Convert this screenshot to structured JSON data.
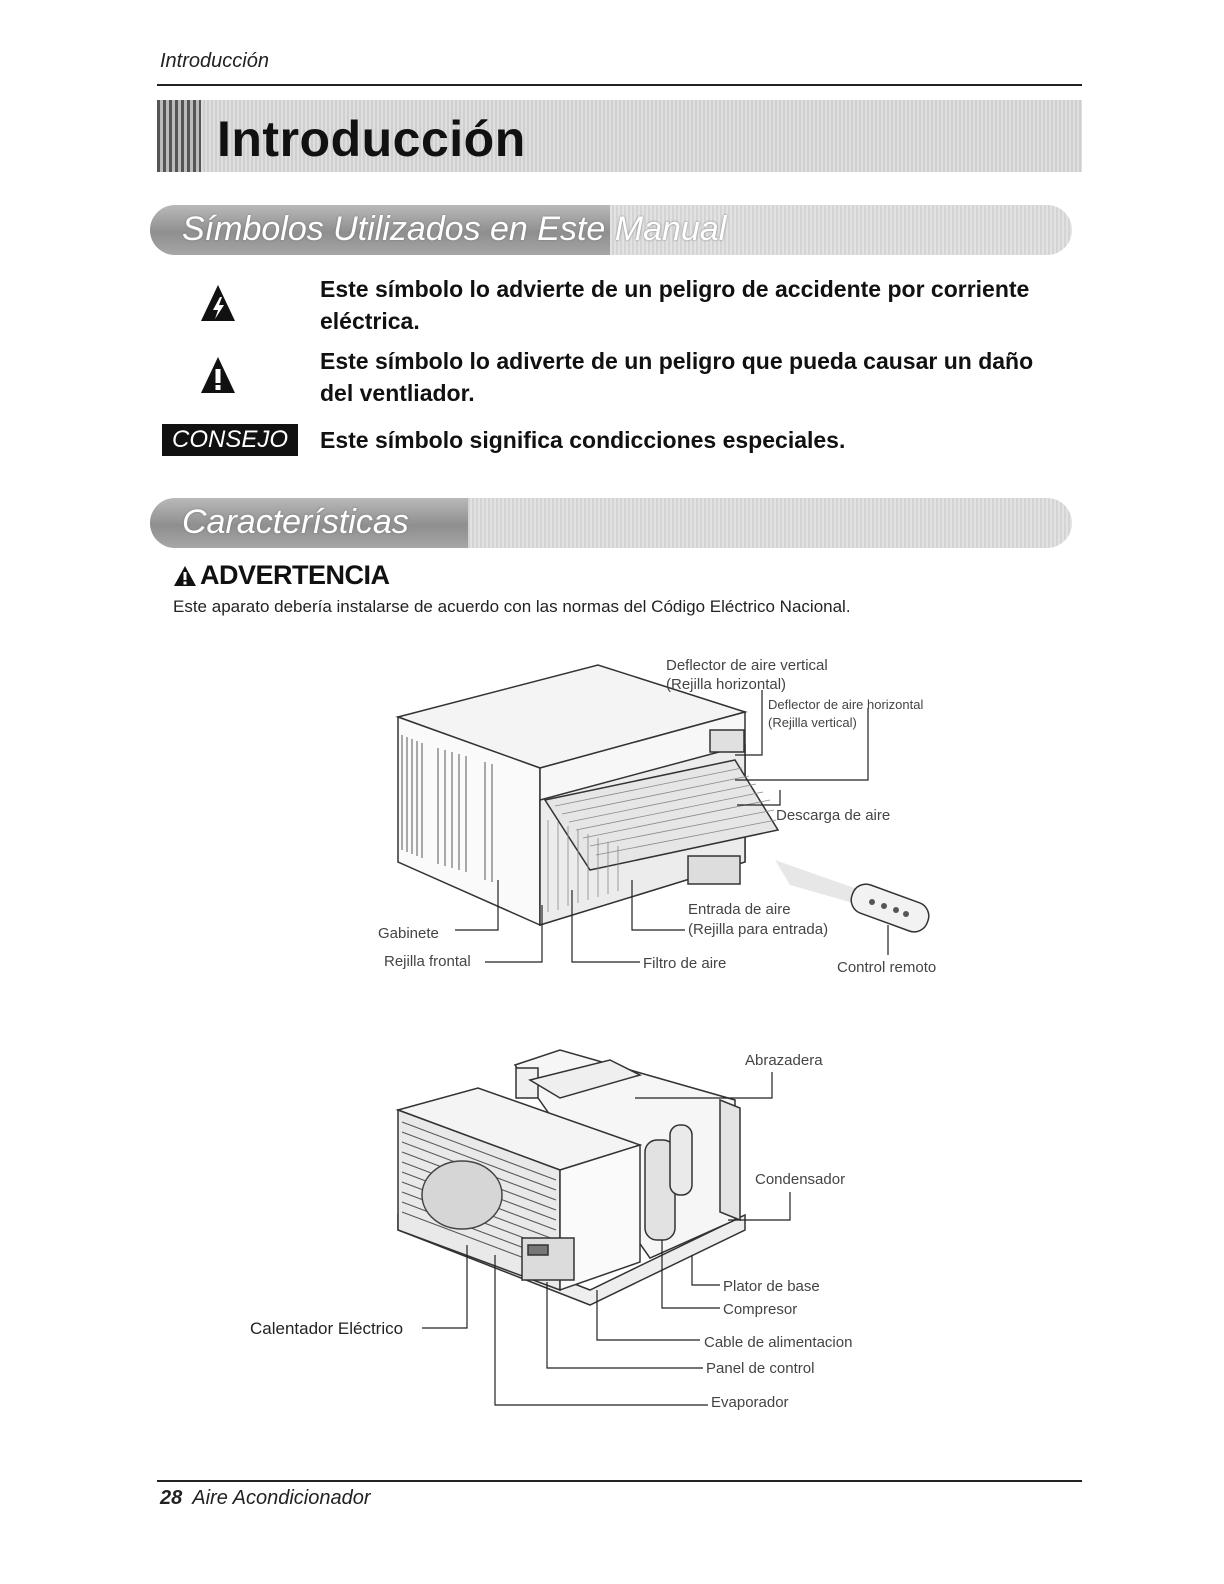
{
  "header": {
    "running_head": "Introducción"
  },
  "title": "Introducción",
  "section_symbols": {
    "heading": "Símbolos Utilizados en Este Manual",
    "items": [
      {
        "icon": "electric-hazard-icon",
        "text": "Este símbolo lo advierte de un peligro de accidente por corriente eléctrica."
      },
      {
        "icon": "warning-icon",
        "text": "Este símbolo lo adiverte de un peligro que pueda causar un daño del ventliador."
      },
      {
        "badge": "CONSEJO",
        "text": "Este símbolo significa condicciones especiales."
      }
    ]
  },
  "section_features": {
    "heading": "Características",
    "warning_title": "ADVERTENCIA",
    "warning_text": "Este aparato debería instalarse de acuerdo con las normas del Código Eléctrico Nacional."
  },
  "diagram_front": {
    "labels": {
      "vertical_deflector_1": "Deflector de aire vertical",
      "vertical_deflector_2": "(Rejilla horizontal)",
      "horizontal_deflector_1": "Deflector de aire horizontal",
      "horizontal_deflector_2": "(Rejilla vertical)",
      "air_discharge": "Descarga de aire",
      "air_intake_1": "Entrada de aire",
      "air_intake_2": "(Rejilla para entrada)",
      "cabinet": "Gabinete",
      "front_grille": "Rejilla frontal",
      "air_filter": "Filtro de aire",
      "remote": "Control remoto"
    }
  },
  "diagram_back": {
    "labels": {
      "clamp": "Abrazadera",
      "condenser": "Condensador",
      "base_plate": "Plator de base",
      "compressor": "Compresor",
      "heater": "Calentador Eléctrico",
      "power_cord": "Cable de alimentacion",
      "control_panel": "Panel de control",
      "evaporator": "Evaporador"
    }
  },
  "footer": {
    "page_number": "28",
    "title": "Aire Acondicionador"
  }
}
